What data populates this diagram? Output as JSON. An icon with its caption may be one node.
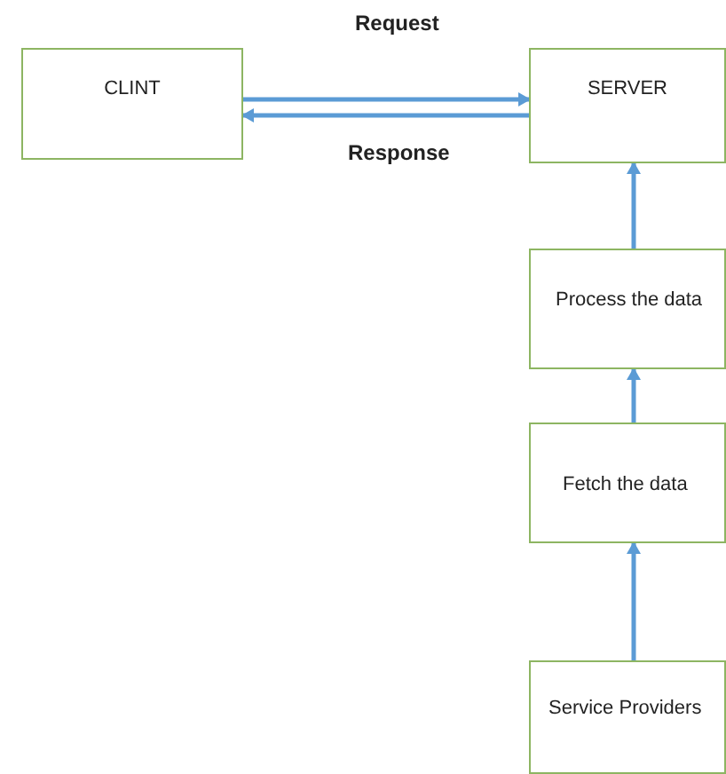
{
  "diagram": {
    "nodes": [
      {
        "text": [
          "CLINT"
        ]
      },
      {
        "text": [
          "SERVER"
        ]
      },
      {
        "text": [
          "Process the data"
        ]
      },
      {
        "text": [
          "Fetch the data"
        ]
      },
      {
        "text": [
          "Service Providers"
        ]
      }
    ],
    "edges": [
      {
        "from": 0,
        "to": 1,
        "arrow": "to",
        "label": "Request"
      },
      {
        "from": 1,
        "to": 0,
        "arrow": "to",
        "label": "Response"
      },
      {
        "from": 4,
        "to": 3,
        "arrow": "to"
      },
      {
        "from": 3,
        "to": 2,
        "arrow": "to"
      },
      {
        "from": 2,
        "to": 1,
        "arrow": "to"
      }
    ]
  }
}
